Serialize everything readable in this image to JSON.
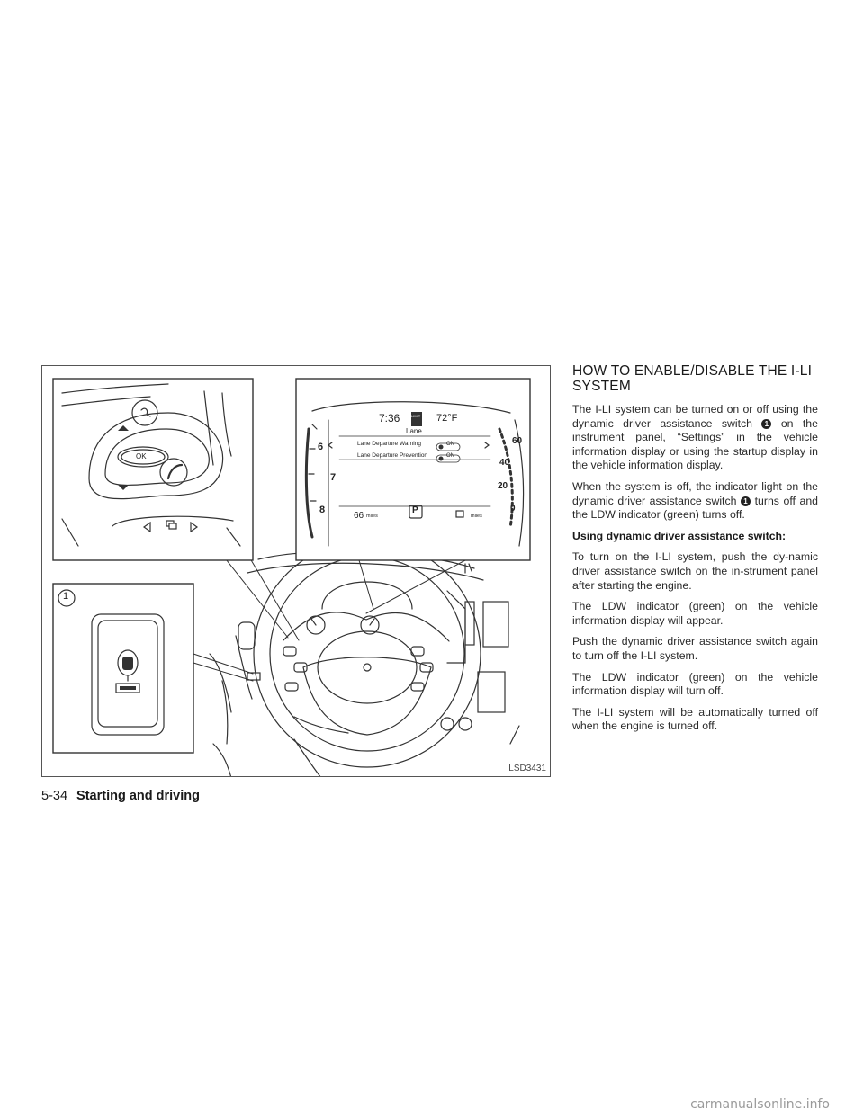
{
  "figure": {
    "id_label": "LSD3431",
    "callout_number": "1",
    "ok_button_label": "OK",
    "cluster": {
      "time": "7:36",
      "temperature": "72°F",
      "speed_limit_sign": "LIMIT",
      "menu_title": "Lane",
      "rows": [
        {
          "label": "Lane Departure Warning",
          "state": "ON"
        },
        {
          "label": "Lane Departure Prevention",
          "state": "ON"
        }
      ],
      "tach_numbers": [
        "6",
        "7",
        "8"
      ],
      "speed_numbers": [
        "60",
        "40",
        "20",
        "0"
      ],
      "range_value": "66",
      "range_unit": "miles",
      "gear": "P",
      "fuel_range_unit": "miles"
    }
  },
  "content": {
    "title_line1": "HOW TO ENABLE/DISABLE THE I-LI",
    "title_line2": "SYSTEM",
    "callout": "1",
    "p1_a": "The I-LI system can be turned on or off using the dynamic driver assistance switch",
    "p1_b": "on the instrument panel, “Settings” in the vehicle information display or using the startup display in the vehicle information display.",
    "p2_a": "When the system is off, the indicator light on the dynamic driver assistance switch",
    "p2_b": "turns off and the LDW indicator (green) turns off.",
    "subheading": "Using dynamic driver assistance switch:",
    "p3": "To turn on the I-LI system, push the dy-namic driver assistance switch on the in-strument panel after starting the engine.",
    "p4": "The LDW indicator (green) on the vehicle information display will appear.",
    "p5": "Push the dynamic driver assistance switch again to turn off the I-LI system.",
    "p6": "The LDW indicator (green) on the vehicle information display will turn off.",
    "p7": "The I-LI system will be automatically turned off when the engine is turned off."
  },
  "footer": {
    "page_number": "5-34",
    "section": "Starting and driving"
  },
  "watermark": "carmanualsonline.info"
}
